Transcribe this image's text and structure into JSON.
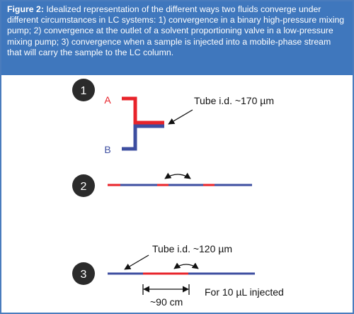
{
  "caption": {
    "label": "Figure 2:",
    "text": " Idealized representation of the different ways two fluids converge under different circumstances in LC systems: 1) convergence in a binary high-pressure mixing pump; 2) convergence at the outlet of a solvent proportioning valve in a low-pressure mixing pump; 3) convergence when a sample is injected into a mobile-phase stream that will carry the sample to the LC column."
  },
  "panels": {
    "p1": {
      "number": "1",
      "label_a": "A",
      "label_b": "B",
      "tube_label": "Tube i.d. ~170 µm"
    },
    "p2": {
      "number": "2"
    },
    "p3": {
      "number": "3",
      "tube_label": "Tube i.d. ~120 µm",
      "length_label": "~90 cm",
      "injected_label": "For 10 µL injected"
    }
  },
  "colors": {
    "caption_bg": "#3f77bd",
    "fluid_a": "#e8232a",
    "fluid_b": "#3d4ea0",
    "marker": "#2b2b2b"
  }
}
